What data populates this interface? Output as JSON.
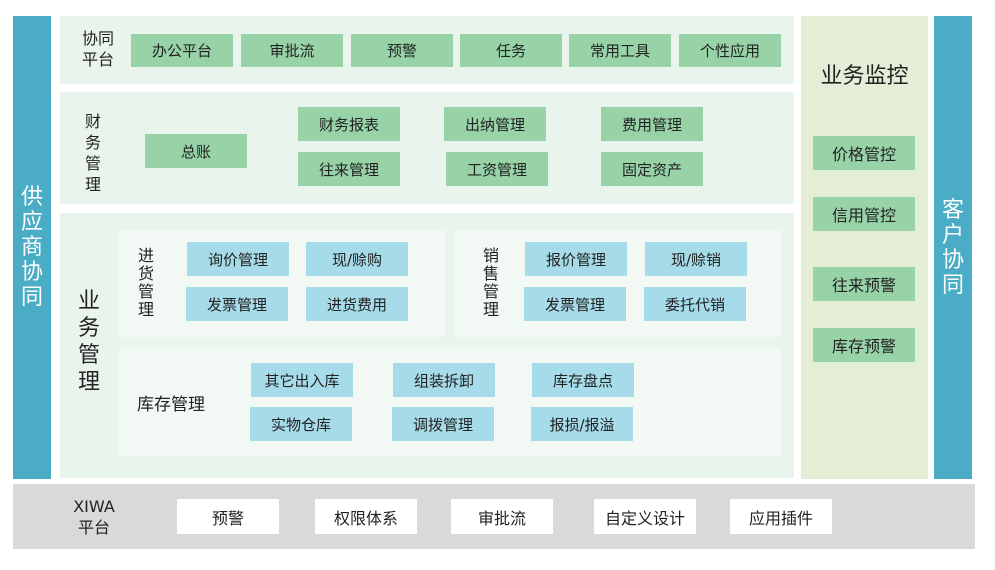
{
  "supplier": "供应商协同",
  "customer": "客户协同",
  "collab": {
    "title": "协同\n平台",
    "items": [
      "办公平台",
      "审批流",
      "预警",
      "任务",
      "常用工具",
      "个性应用"
    ]
  },
  "finance": {
    "title": "财务管理",
    "items": [
      "总账",
      "财务报表",
      "往来管理",
      "出纳管理",
      "工资管理",
      "费用管理",
      "固定资产"
    ]
  },
  "business": {
    "title": "业务管理",
    "purchase": {
      "title": "进货管理",
      "items": [
        "询价管理",
        "现/赊购",
        "发票管理",
        "进货费用"
      ]
    },
    "sales": {
      "title": "销售管理",
      "items": [
        "报价管理",
        "现/赊销",
        "发票管理",
        "委托代销"
      ]
    },
    "inventory": {
      "title": "库存管理",
      "items": [
        "其它出入库",
        "组装拆卸",
        "库存盘点",
        "实物仓库",
        "调拨管理",
        "报损/报溢"
      ]
    }
  },
  "monitor": {
    "title": "业务监控",
    "items": [
      "价格管控",
      "信用管控",
      "往来预警",
      "库存预警"
    ]
  },
  "xiwa": {
    "title": "XIWA\n平台",
    "items": [
      "预警",
      "权限体系",
      "审批流",
      "自定义设计",
      "应用插件"
    ]
  },
  "colors": {
    "side": "#4bacc6",
    "green_box": "#97d3a7",
    "blue_box": "#a6dbe9",
    "monitor_bg": "#e4eed6",
    "xiwa_bg": "#d9d9d9"
  }
}
